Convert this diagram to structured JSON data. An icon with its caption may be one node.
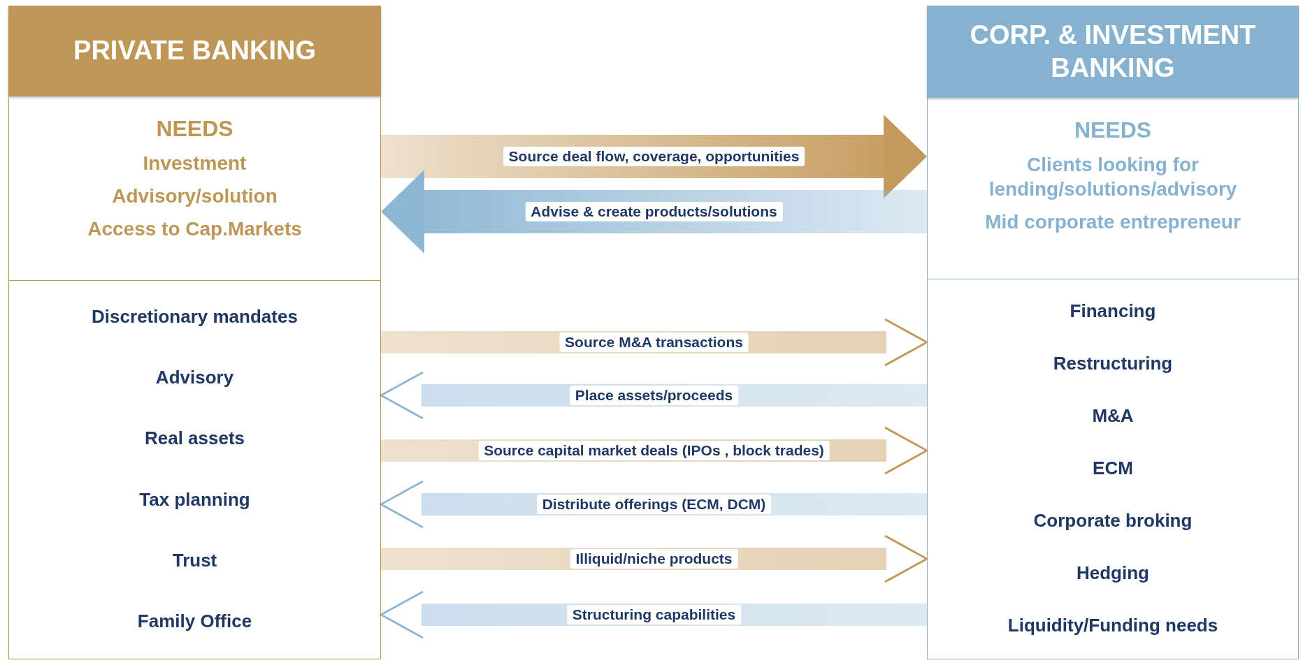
{
  "diagram": {
    "nodes": [
      {
        "text": [
          "PRIVATE BANKING"
        ]
      },
      {
        "text": [
          "NEEDS",
          "Investment",
          "Advisory/solution",
          "Access to Cap.Markets"
        ]
      },
      {
        "text": [
          "Discretionary mandates",
          "Advisory",
          "Real assets",
          "Tax planning",
          "Trust",
          "Family Office"
        ]
      },
      {
        "text": [
          "CORP. & INVESTMENT BANKING"
        ]
      },
      {
        "text": [
          "NEEDS",
          "Clients looking for lending/solutions/advisory",
          "Mid corporate entrepreneur"
        ]
      },
      {
        "text": [
          "Financing",
          "Restructuring",
          "M&A",
          "ECM",
          "Corporate broking",
          "Hedging",
          "Liquidity/Funding needs"
        ]
      }
    ],
    "edges": [
      {
        "from": 1,
        "to": 4,
        "arrow": "to",
        "label": "Source deal flow, coverage, opportunities",
        "style": "thick",
        "color": "#c49a5c"
      },
      {
        "from": 4,
        "to": 1,
        "arrow": "to",
        "label": "Advise & create products/solutions",
        "style": "thick",
        "color": "#8db6d3"
      },
      {
        "from": 2,
        "to": 5,
        "arrow": "to",
        "label": "Source M&A transactions",
        "color": "#c49a5c"
      },
      {
        "from": 5,
        "to": 2,
        "arrow": "to",
        "label": "Place assets/proceeds",
        "color": "#8db6d3"
      },
      {
        "from": 2,
        "to": 5,
        "arrow": "to",
        "label": "Source capital market deals (IPOs , block trades)",
        "color": "#c49a5c"
      },
      {
        "from": 5,
        "to": 2,
        "arrow": "to",
        "label": "Distribute offerings (ECM, DCM)",
        "color": "#8db6d3"
      },
      {
        "from": 2,
        "to": 5,
        "arrow": "to",
        "label": "Illiquid/niche products",
        "color": "#c49a5c"
      },
      {
        "from": 5,
        "to": 2,
        "arrow": "to",
        "label": "Structuring capabilities",
        "color": "#8db6d3"
      }
    ]
  }
}
